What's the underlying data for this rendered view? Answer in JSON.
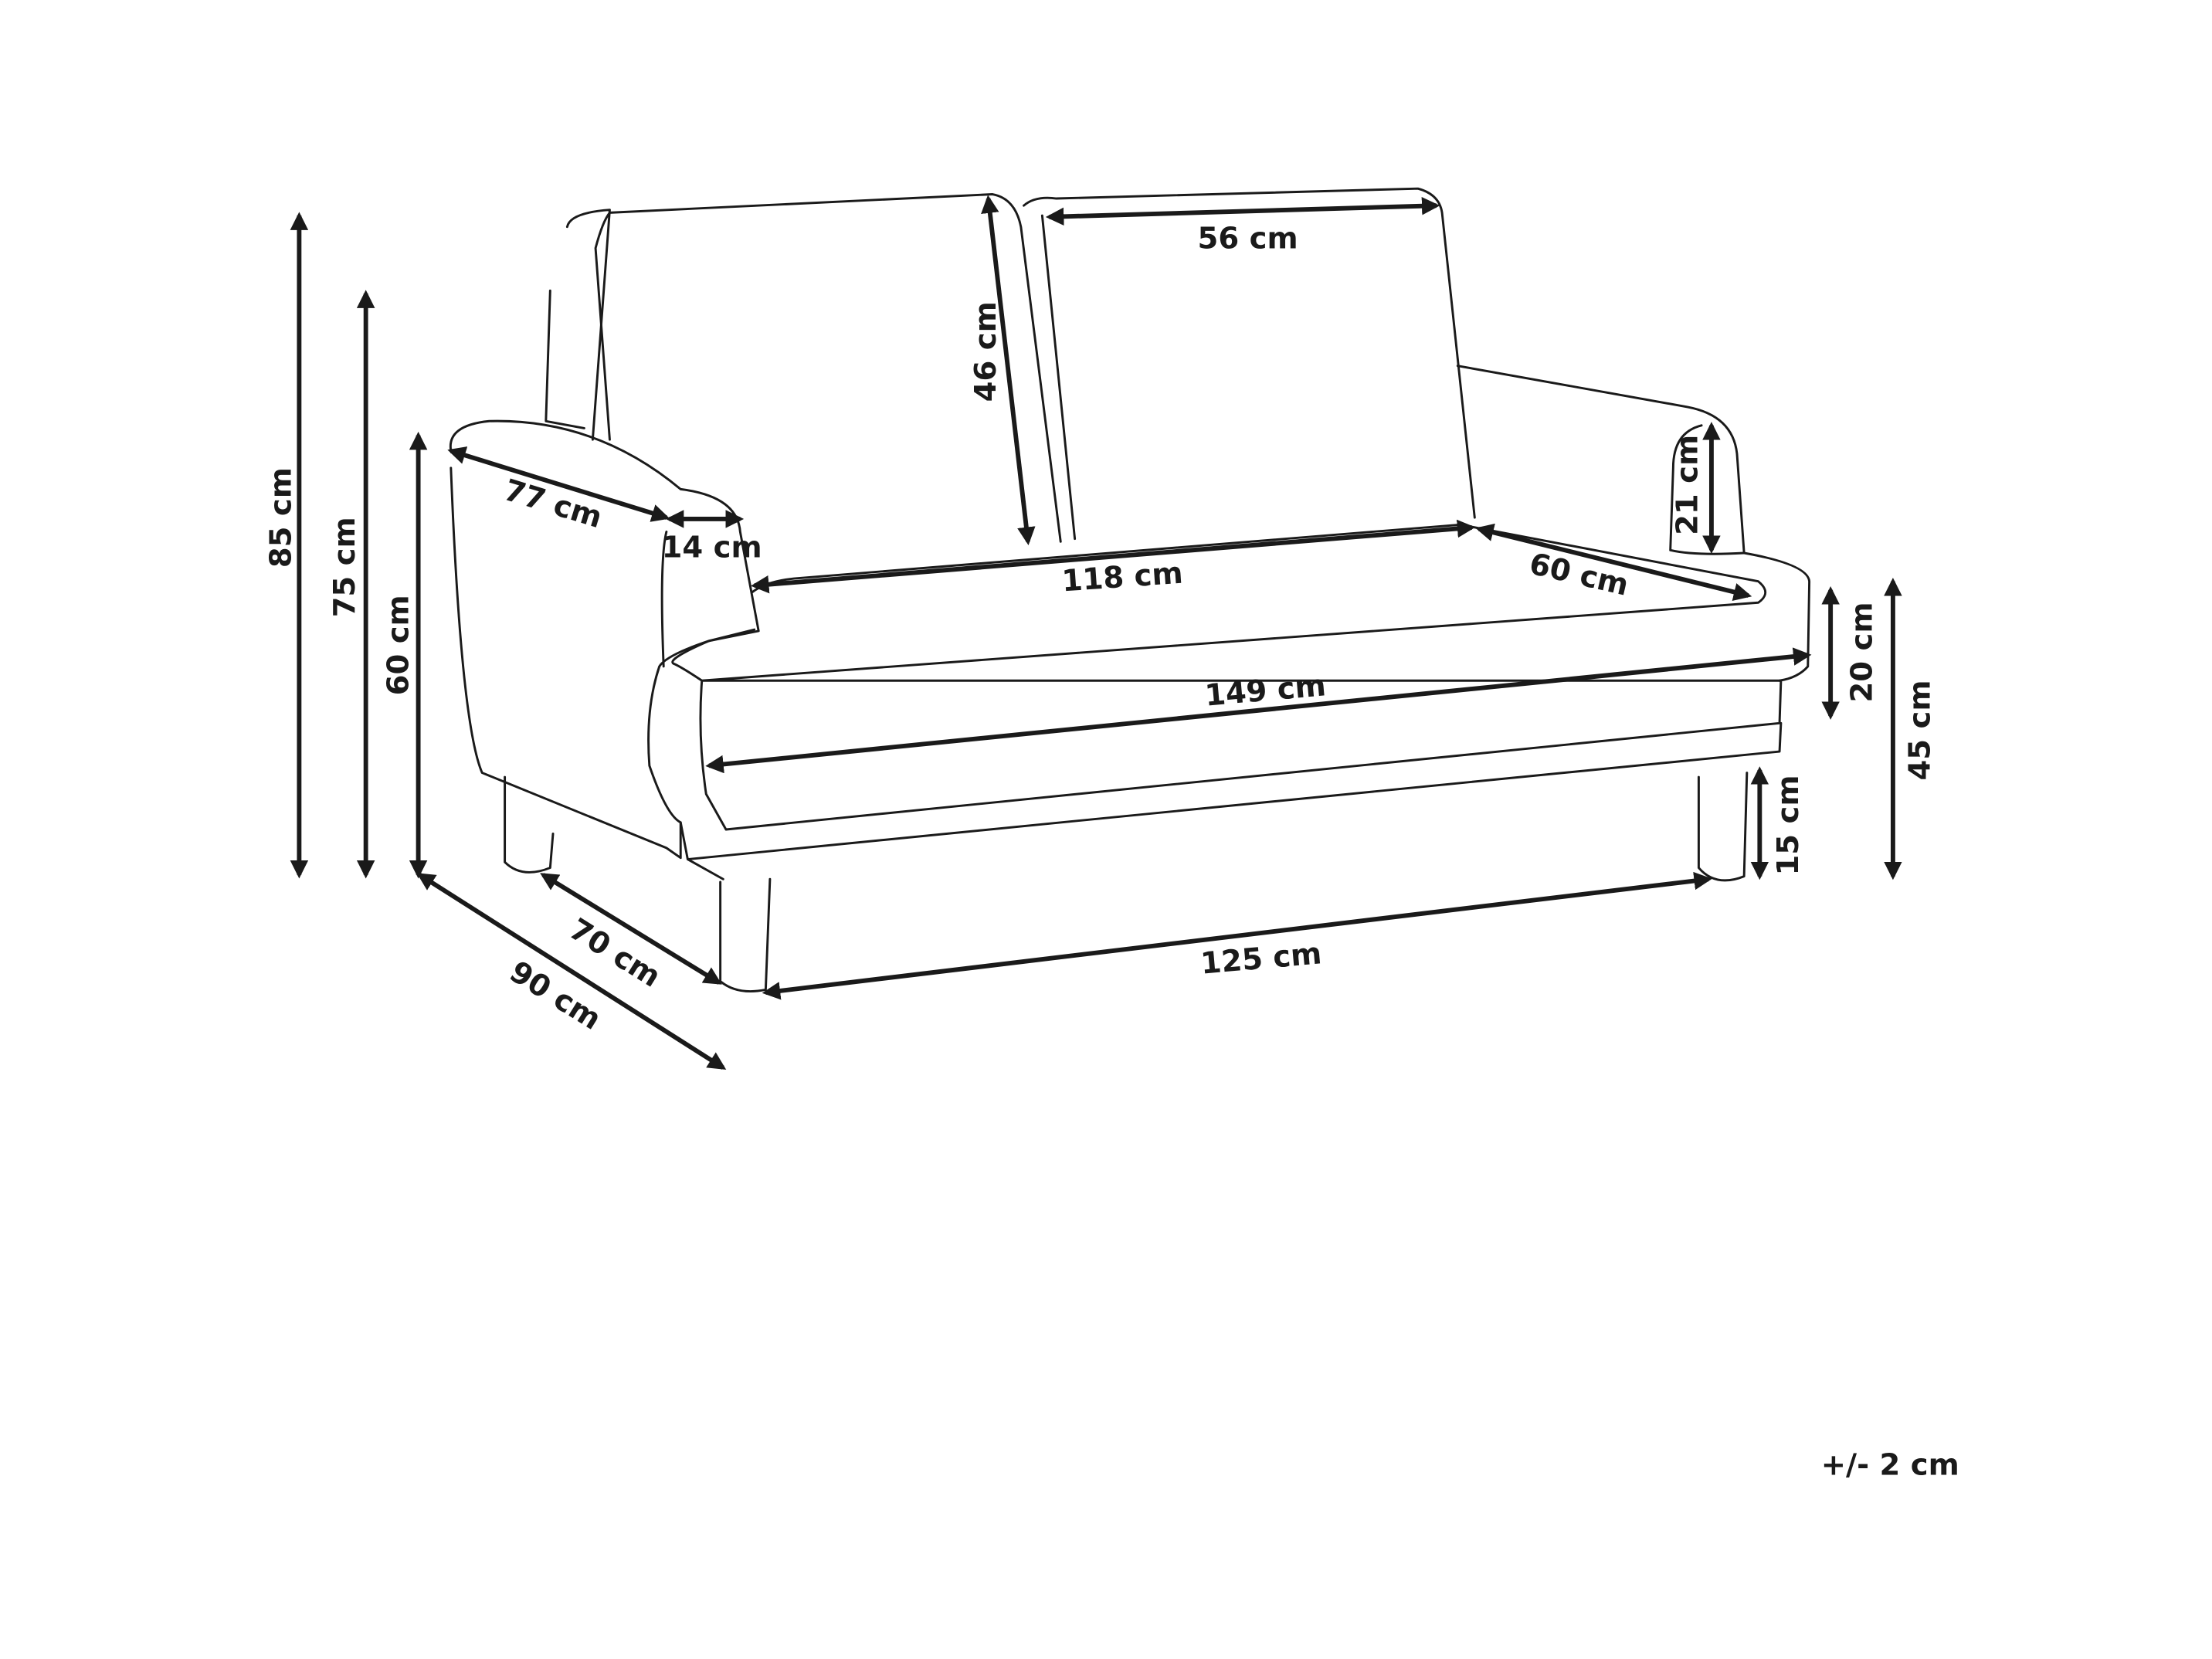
{
  "dimensions": {
    "total_height": "85 cm",
    "back_height": "75 cm",
    "armrest_height": "60 cm",
    "armrest_depth": "77 cm",
    "armrest_width": "14 cm",
    "back_cushion_height": "46 cm",
    "back_cushion_width": "56 cm",
    "seat_width": "118 cm",
    "seat_depth": "60 cm",
    "armrest_above_seat": "21 cm",
    "total_width": "149 cm",
    "seat_thickness": "20 cm",
    "seat_height": "45 cm",
    "leg_height": "15 cm",
    "leg_span": "125 cm",
    "inner_depth": "70 cm",
    "total_depth": "90 cm"
  },
  "tolerance": "+/- 2 cm"
}
